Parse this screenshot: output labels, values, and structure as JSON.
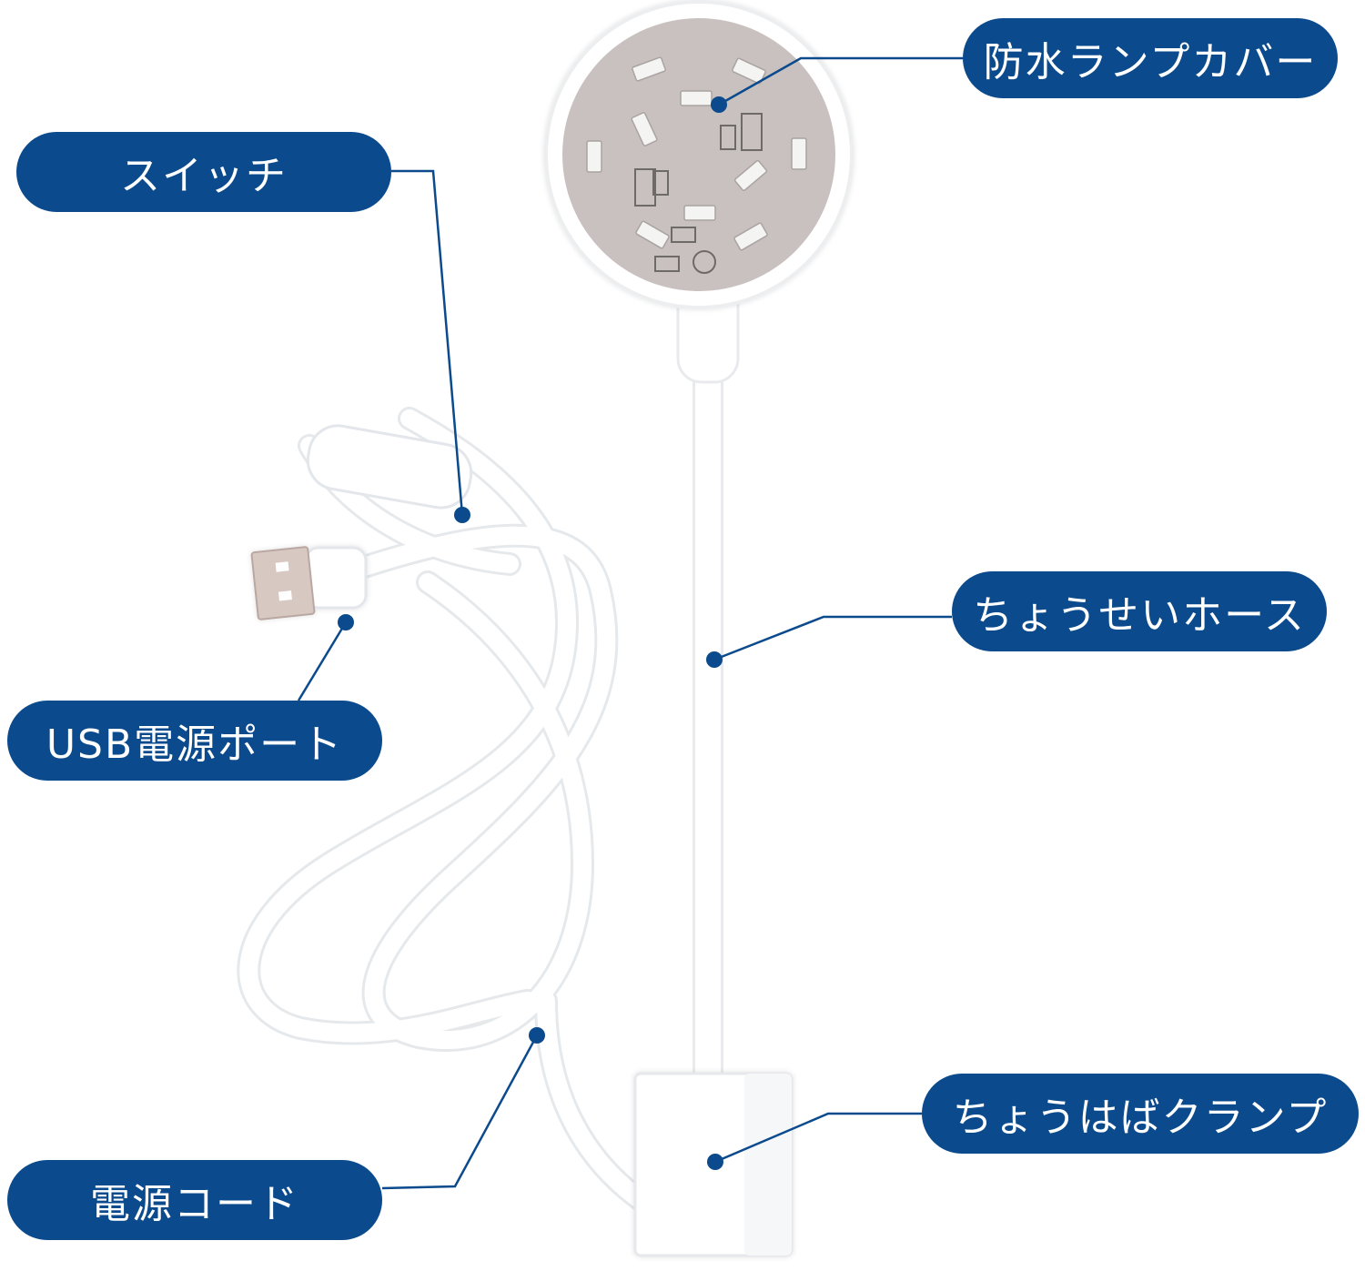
{
  "labels": {
    "cover": "防水ランプカバー",
    "switch": "スイッチ",
    "hose": "ちょうせいホース",
    "usb": "USB電源ポート",
    "clamp": "ちょうはばクランプ",
    "cord": "電源コード"
  },
  "colors": {
    "label_bg": "#0b4a8c",
    "leader_line": "#0b4a8c",
    "lamp_body": "#ffffff",
    "led_board": "#c9c1bf"
  }
}
